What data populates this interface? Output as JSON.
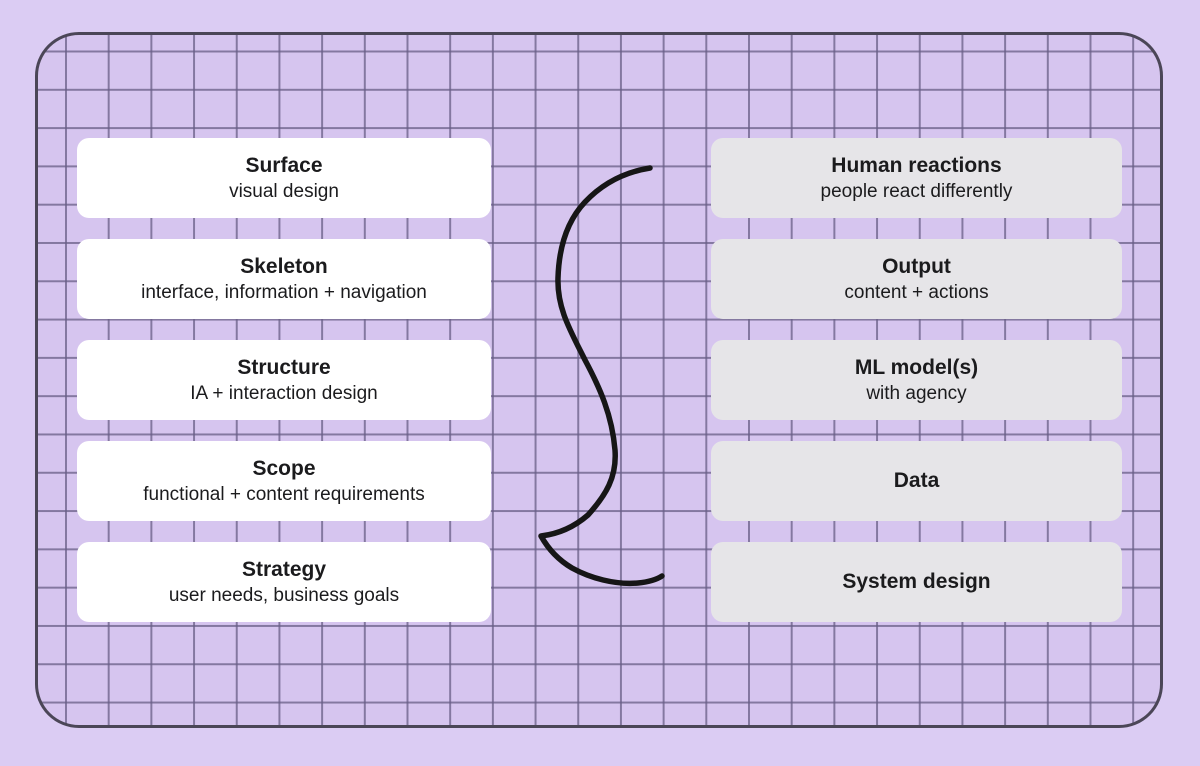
{
  "page": {
    "background_color": "#dbccf3",
    "grid_background_color": "#d6c5ef",
    "grid_line_color": "#685e86",
    "frame_border_color": "#4b4657",
    "white_card_color": "#ffffff",
    "gray_card_color": "#e6e5e8",
    "text_color": "#1b1b1d",
    "brace_color": "#161616"
  },
  "ux_layers": {
    "items": [
      {
        "title": "Surface",
        "subtitle": "visual design"
      },
      {
        "title": "Skeleton",
        "subtitle": "interface, information + navigation"
      },
      {
        "title": "Structure",
        "subtitle": "IA + interaction design"
      },
      {
        "title": "Scope",
        "subtitle": "functional + content requirements"
      },
      {
        "title": "Strategy",
        "subtitle": "user needs, business goals"
      }
    ]
  },
  "ml_layers": {
    "items": [
      {
        "title": "Human reactions",
        "subtitle": "people react differently"
      },
      {
        "title": "Output",
        "subtitle": "content + actions"
      },
      {
        "title": "ML model(s)",
        "subtitle": "with agency"
      },
      {
        "title": "Data",
        "subtitle": ""
      },
      {
        "title": "System design",
        "subtitle": ""
      }
    ]
  }
}
